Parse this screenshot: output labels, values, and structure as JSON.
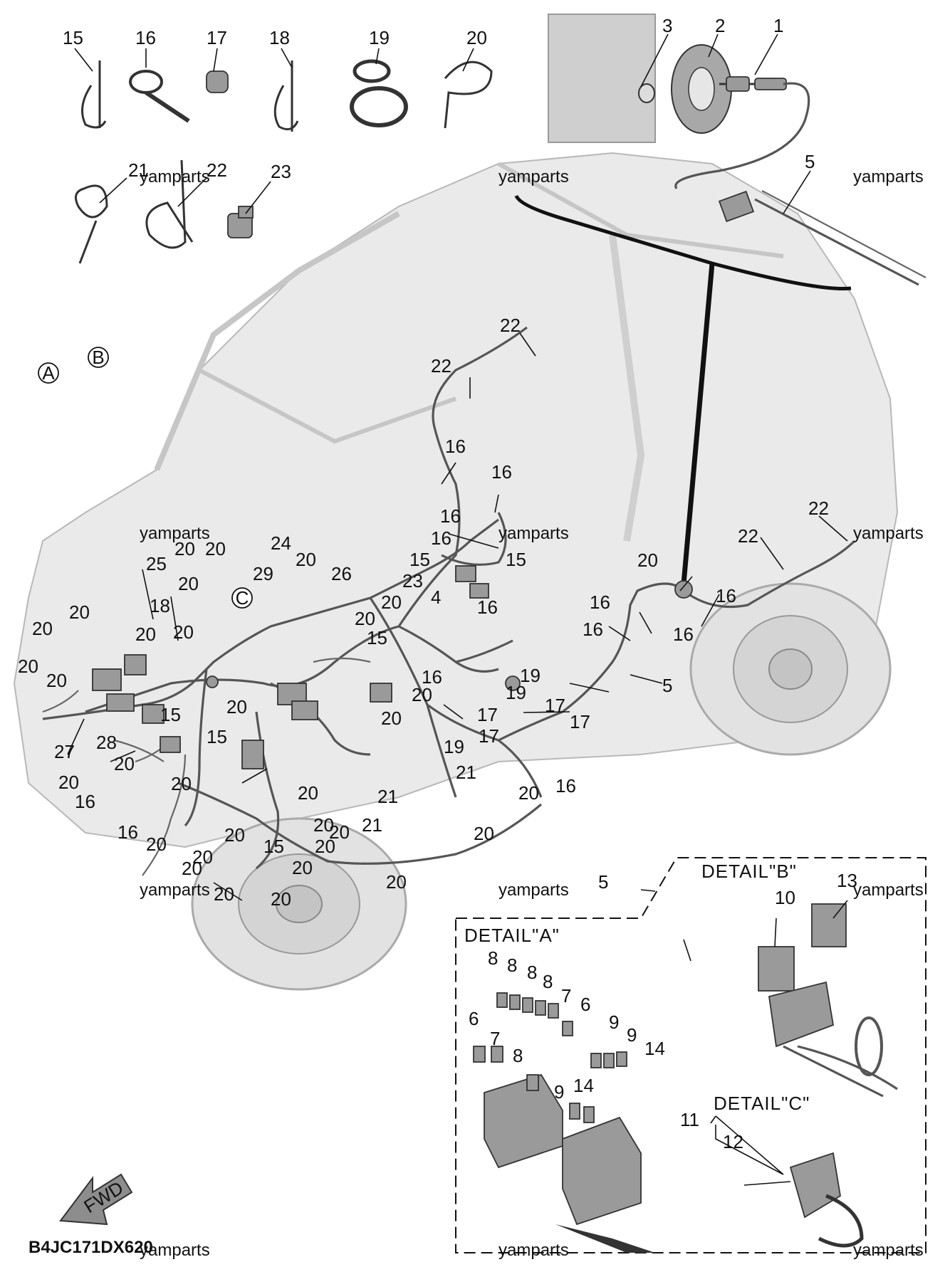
{
  "diagram_code": "B4JC171DX620",
  "watermark": "yamparts",
  "fwd_label": "FWD",
  "details": {
    "a": "DETAIL\"A\"",
    "b": "DETAIL\"B\"",
    "c": "DETAIL\"C\""
  },
  "callout_circles": [
    "A",
    "B",
    "C"
  ],
  "part_numbers": {
    "p1": "1",
    "p2": "2",
    "p3": "3",
    "p4": "4",
    "p5": "5",
    "p6": "6",
    "p7": "7",
    "p8": "8",
    "p9": "9",
    "p10": "10",
    "p11": "11",
    "p12": "12",
    "p13": "13",
    "p14": "14",
    "p15": "15",
    "p16": "16",
    "p17": "17",
    "p18": "18",
    "p19": "19",
    "p20": "20",
    "p21": "21",
    "p22": "22",
    "p23": "23",
    "p24": "24",
    "p25": "25",
    "p26": "26",
    "p27": "27",
    "p28": "28",
    "p29": "29"
  },
  "colors": {
    "line": "#111111",
    "vehicle_body": "#eaeaea",
    "part_fill": "#9a9a9a"
  }
}
